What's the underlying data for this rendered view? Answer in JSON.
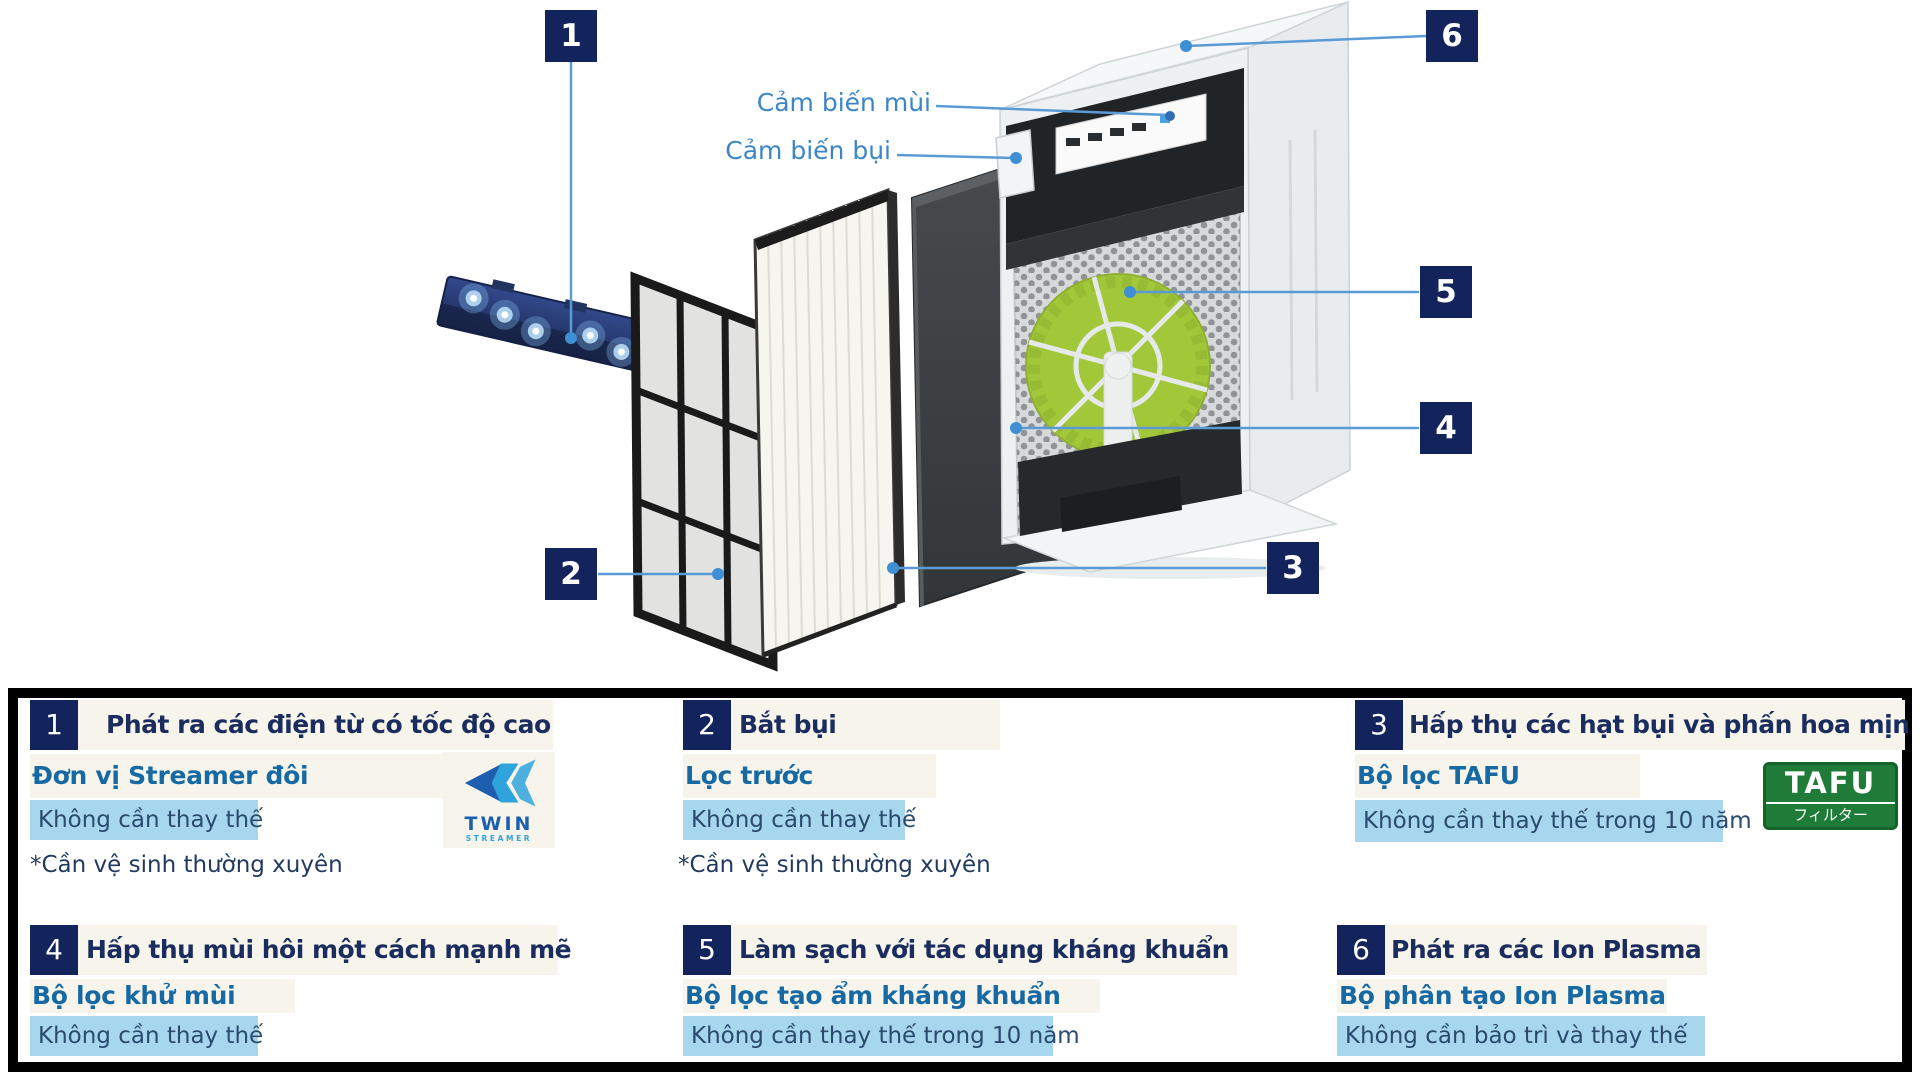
{
  "diagram": {
    "callouts": [
      "1",
      "2",
      "3",
      "4",
      "5",
      "6"
    ],
    "sensors": {
      "odor": "Cảm biến mùi",
      "dust": "Cảm biến bụi"
    }
  },
  "panel": {
    "sections": [
      {
        "num": "1",
        "title": "Phát ra các điện từ có tốc độ cao",
        "name": "Đơn vị Streamer đôi",
        "highlight": "Không cần thay thế",
        "note": "*Cần vệ sinh thường xuyên"
      },
      {
        "num": "2",
        "title": "Bắt bụi",
        "name": "Lọc trước",
        "highlight": "Không cần thay thế",
        "note": "*Cần vệ sinh thường xuyên"
      },
      {
        "num": "3",
        "title": "Hấp thụ các hạt bụi và phấn hoa mịn",
        "name": "Bộ lọc TAFU",
        "highlight": "Không cần thay thế trong 10 năm"
      },
      {
        "num": "4",
        "title": "Hấp thụ mùi hôi một cách mạnh mẽ",
        "name": "Bộ lọc khử mùi",
        "highlight": "Không cần thay thế"
      },
      {
        "num": "5",
        "title": "Làm sạch với tác dụng kháng khuẩn",
        "name": "Bộ lọc tạo ẩm kháng khuẩn",
        "highlight": "Không cần thay thế trong 10 năm"
      },
      {
        "num": "6",
        "title": "Phát ra các Ion Plasma",
        "name": "Bộ phân tạo Ion Plasma",
        "highlight": "Không cần bảo trì và thay thế"
      }
    ],
    "logos": {
      "twin": {
        "line1": "TWIN",
        "line2": "STREAMER"
      },
      "tafu": {
        "line1": "TAFU",
        "line2": "フィルター"
      }
    }
  },
  "colors": {
    "navy": "#13235b",
    "heading": "#1b2d5e",
    "blue": "#1769a3",
    "highlight_bg": "#a7d7ee",
    "cream": "#f7f5eb",
    "leader_line": "#5b9bd5",
    "tafu_green": "#1e7c38",
    "twin_blue": "#1d5fae",
    "twin_light": "#2fa3dc"
  }
}
